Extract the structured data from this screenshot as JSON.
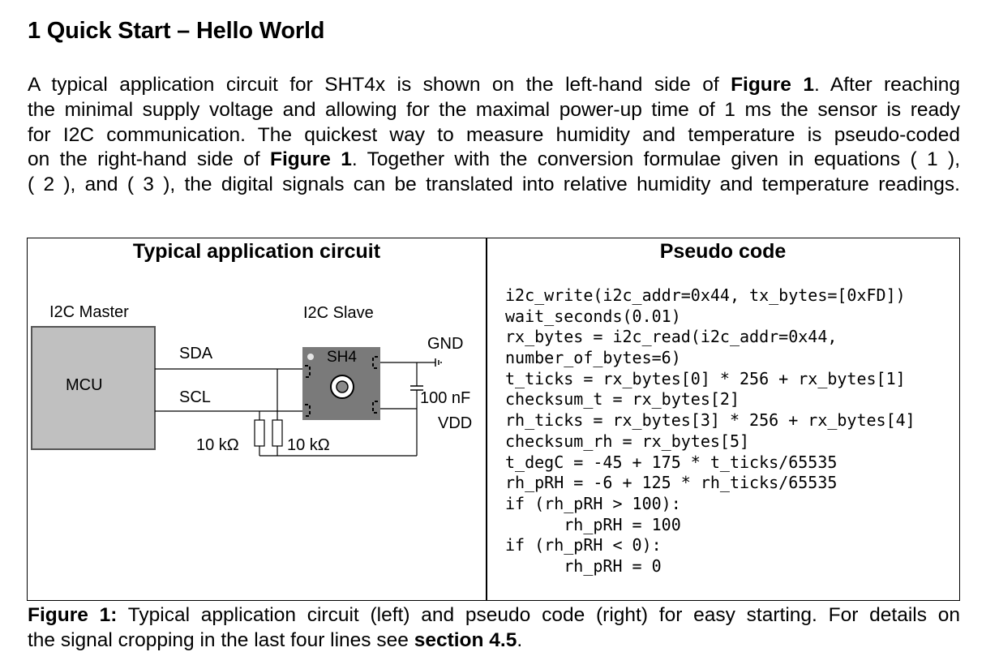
{
  "section": {
    "heading": "1 Quick Start – Hello World"
  },
  "paragraph": {
    "line1_a": "A typical application circuit for SHT4x is shown on the left-hand side of ",
    "line1_fig": "Figure 1",
    "line1_b": ". After reaching",
    "line2": "the minimal supply voltage and allowing for the maximal power-up time of 1 ms the sensor is ready",
    "line3": "for I2C communication. The quickest way to measure humidity and temperature is pseudo-coded",
    "line4_a": "on the right-hand side of ",
    "line4_fig": "Figure 1",
    "line4_b": ". Together with the conversion formulae given in equations ( 1 ),",
    "line5": "( 2 ), and ( 3 ), the digital signals can be translated into relative humidity and temperature readings."
  },
  "figure": {
    "left_title": "Typical application circuit",
    "right_title": "Pseudo code",
    "circuit": {
      "master_label": "I2C Master",
      "mcu_label": "MCU",
      "slave_label": "I2C Slave",
      "sensor_label": "SH4",
      "sda_label": "SDA",
      "scl_label": "SCL",
      "gnd_label": "GND",
      "cap_label": "100 nF",
      "vdd_label": "VDD",
      "r1_label": "10 kΩ",
      "r2_label": "10 kΩ"
    },
    "code_lines": [
      "i2c_write(i2c_addr=0x44, tx_bytes=[0xFD])",
      "wait_seconds(0.01)",
      "rx_bytes = i2c_read(i2c_addr=0x44,",
      "number_of_bytes=6)",
      "t_ticks = rx_bytes[0] * 256 + rx_bytes[1]",
      "checksum_t = rx_bytes[2]",
      "rh_ticks = rx_bytes[3] * 256 + rx_bytes[4]",
      "checksum_rh = rx_bytes[5]",
      "t_degC = -45 + 175 * t_ticks/65535",
      "rh_pRH = -6 + 125 * rh_ticks/65535",
      "if (rh_pRH > 100):",
      "      rh_pRH = 100",
      "if (rh_pRH < 0):",
      "      rh_pRH = 0"
    ]
  },
  "caption": {
    "label": "Figure 1:",
    "line1": " Typical application circuit (left) and pseudo code (right) for easy starting. For details on",
    "line2_a": "the signal cropping in the last four lines see ",
    "line2_ref": "section 4.5",
    "line2_b": "."
  },
  "colors": {
    "mcu_fill": "#c0c0c0",
    "sensor_fill": "#7a7a7a",
    "line": "#000000"
  }
}
